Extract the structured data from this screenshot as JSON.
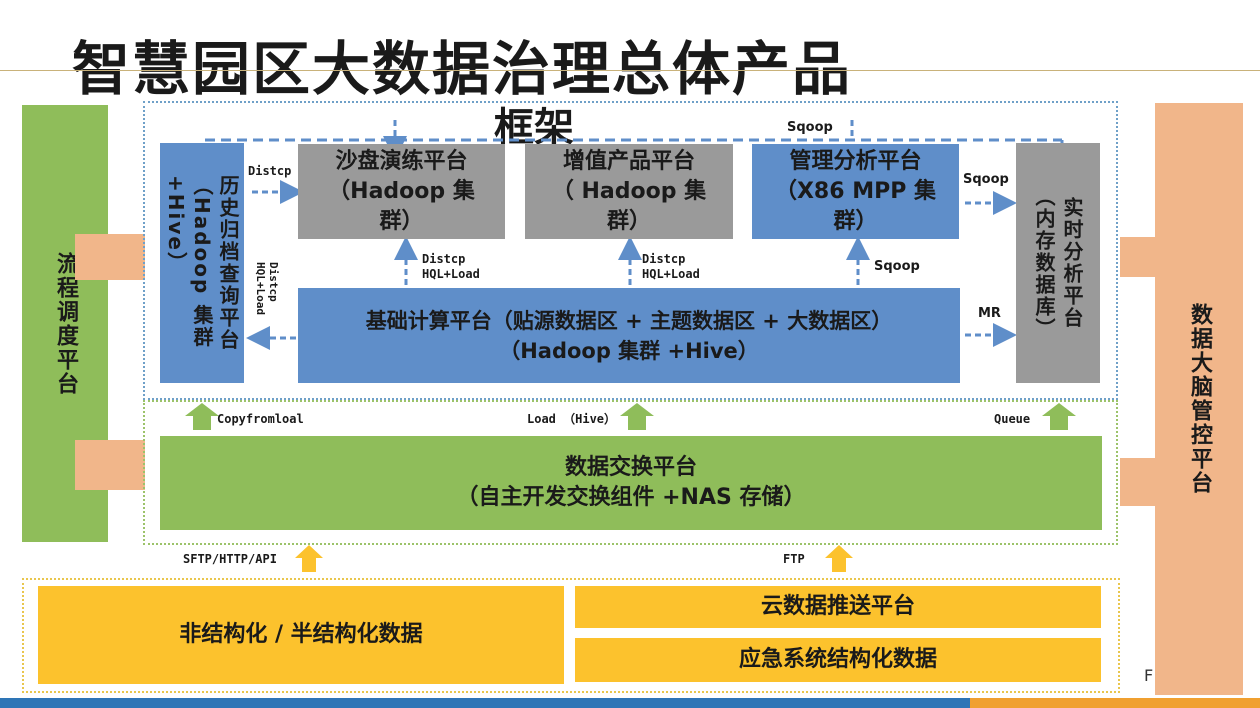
{
  "title": "智慧园区大数据治理总体产品",
  "subtitle": "框架",
  "left_bar": "流程调度平台",
  "right_bar": "数据大脑管控平台",
  "history_box": "历史归档查询平台\n（Hadoop 集群\n+Hive）",
  "realtime_box": "实时分析平台\n（内存数据库）",
  "top_boxes": [
    {
      "label": "沙盘演练平台\n（Hadoop 集\n群）"
    },
    {
      "label": "增值产品平台\n（  Hadoop 集\n群）"
    },
    {
      "label": "管理分析平台\n（X86 MPP  集\n群）"
    }
  ],
  "base_box": "基础计算平台（贴源数据区 + 主题数据区 + 大数据区）\n（Hadoop 集群 +Hive）",
  "exchange_box": "数据交换平台\n（自主开发交换组件 +NAS 存储）",
  "bottom_left": "非结构化 / 半结构化数据",
  "bottom_right_top": "云数据推送平台",
  "bottom_right_bottom": "应急系统结构化数据",
  "labels": {
    "distcp_top": "Distcp",
    "distcp_side": "Distcp\nHQL+Load",
    "distcp_mid1": "Distcp\nHQL+Load",
    "distcp_mid2": "Distcp\nHQL+Load",
    "sqoop_top": "Sqoop",
    "sqoop_right": "Sqoop",
    "sqoop_mid": "Sqoop",
    "mr": "MR",
    "copyfrom": "Copyfromloal",
    "load_hive": "Load （Hive）",
    "queue": "Queue",
    "sftp": "SFTP/HTTP/API",
    "ftp": "FTP",
    "page_mark": "F"
  },
  "colors": {
    "green": "#8fbd5a",
    "orange": "#f1b68a",
    "blue": "#5f8ec9",
    "gray": "#9a9a9a",
    "yellow": "#fcc22d",
    "arrow": "#5f8ec9"
  }
}
